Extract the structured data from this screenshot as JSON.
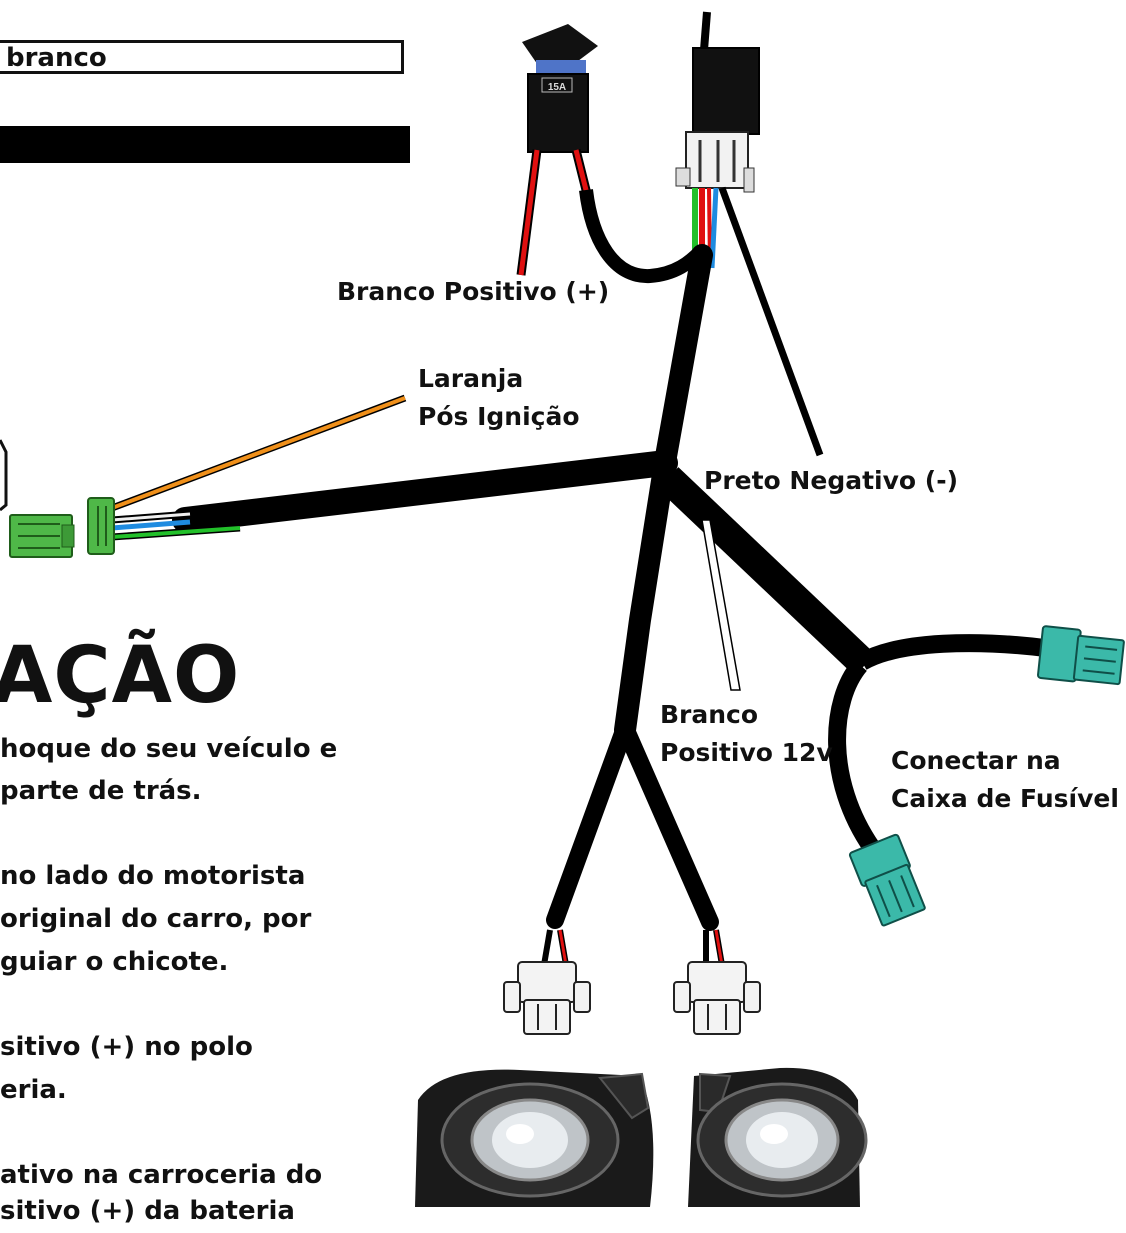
{
  "top_box_text": "branco",
  "fuse_label": "15A",
  "labels": {
    "branco_positivo": "Branco Positivo (+)",
    "laranja_line1": "Laranja",
    "laranja_line2": "Pós Ignição",
    "preto_negativo": "Preto Negativo (-)",
    "branco12_line1": "Branco",
    "branco12_line2": "Positivo 12v",
    "fusivel_line1": "Conectar na",
    "fusivel_line2": "Caixa de Fusível"
  },
  "heading": "AÇÃO",
  "instructions": {
    "p1_l1": "hoque do seu veículo e",
    "p1_l2": "parte de trás.",
    "p2_l1": "no lado do motorista",
    "p2_l2": "original do carro, por",
    "p2_l3": "guiar o chicote.",
    "p3_l1": "sitivo (+) no polo",
    "p3_l2": "eria.",
    "p4_l1": "ativo na  carroceria do",
    "p4_l2": "sitivo (+) da bateria"
  },
  "colors": {
    "wire_red": "#e01010",
    "wire_green": "#22c02a",
    "wire_blue": "#1e8be0",
    "wire_orange": "#f0901a",
    "connector_teal": "#3bb9a9",
    "connector_green": "#4fb848",
    "fuse_blue": "#4f74c8"
  }
}
